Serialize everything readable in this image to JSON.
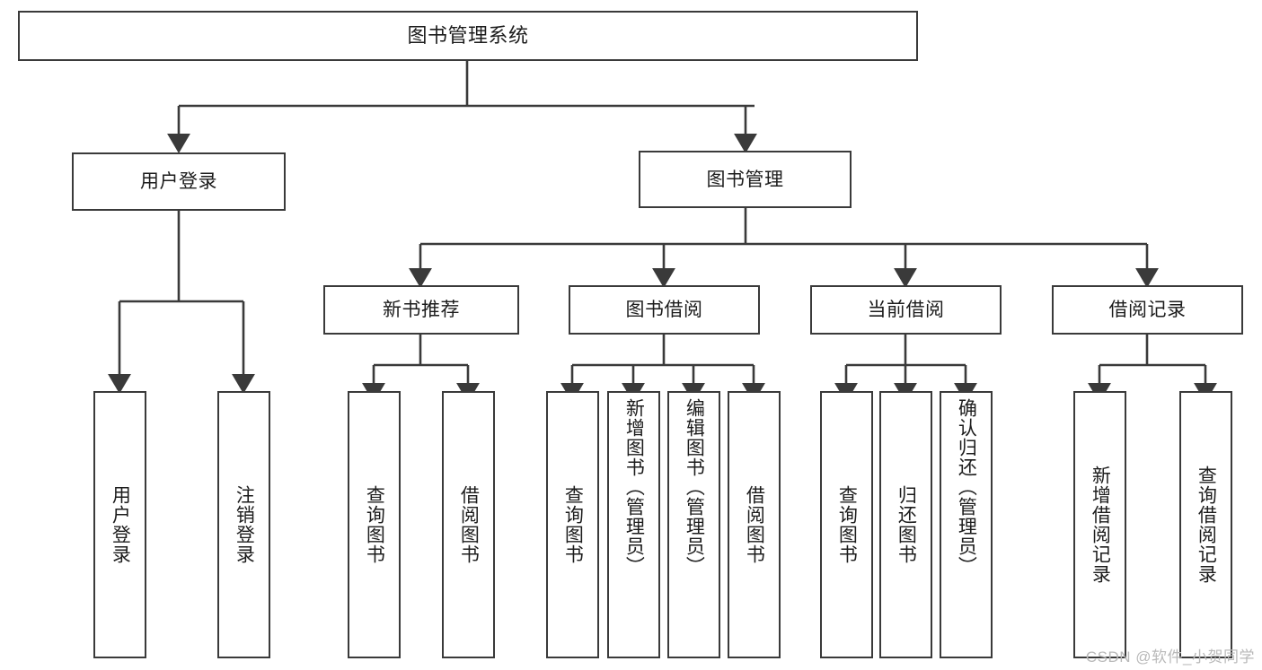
{
  "diagram": {
    "title_node": {
      "label": "图书管理系统"
    },
    "level2": [
      {
        "id": "user-login",
        "label": "用户登录"
      },
      {
        "id": "book-manage",
        "label": "图书管理"
      }
    ],
    "level3": [
      {
        "id": "new-book-recommend",
        "label": "新书推荐"
      },
      {
        "id": "book-borrow",
        "label": "图书借阅"
      },
      {
        "id": "current-borrow",
        "label": "当前借阅"
      },
      {
        "id": "borrow-record",
        "label": "借阅记录"
      }
    ],
    "leaves": {
      "user_login": [
        {
          "id": "leaf-user-login",
          "label": "用户登录"
        },
        {
          "id": "leaf-logout-login",
          "label": "注销登录"
        }
      ],
      "new_book_recommend": [
        {
          "id": "leaf-query-book-1",
          "label": "查询图书"
        },
        {
          "id": "leaf-borrow-book-1",
          "label": "借阅图书"
        }
      ],
      "book_borrow": [
        {
          "id": "leaf-query-book-2",
          "label": "查询图书"
        },
        {
          "id": "leaf-add-book",
          "label": "新增图书（管理员）"
        },
        {
          "id": "leaf-edit-book",
          "label": "编辑图书（管理员）"
        },
        {
          "id": "leaf-borrow-book-2",
          "label": "借阅图书"
        }
      ],
      "current_borrow": [
        {
          "id": "leaf-query-book-3",
          "label": "查询图书"
        },
        {
          "id": "leaf-return-book",
          "label": "归还图书"
        },
        {
          "id": "leaf-confirm-return",
          "label": "确认归还（管理员）"
        }
      ],
      "borrow_record": [
        {
          "id": "leaf-add-record",
          "label": "新增借阅记录"
        },
        {
          "id": "leaf-query-record",
          "label": "查询借阅记录"
        }
      ]
    },
    "colors": {
      "stroke": "#3a3a3a",
      "text": "#1c1c1c",
      "background": "#ffffff",
      "watermark": "#b9b9b9"
    }
  },
  "watermark": {
    "text": "CSDN @软件_小贺同学"
  }
}
